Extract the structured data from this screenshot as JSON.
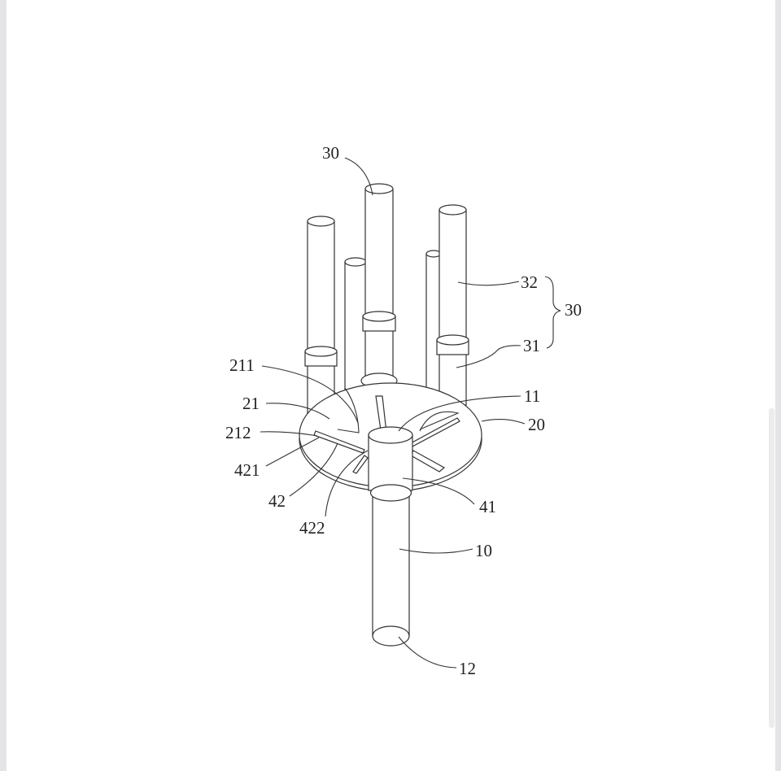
{
  "figure": {
    "labels": {
      "tube_assembly_top": "30",
      "upper_tube": "32",
      "tube_assembly_brace": "30",
      "lower_tube": "31",
      "slot_211": "211",
      "groove_21": "21",
      "shaft_top_11": "11",
      "disc_20": "20",
      "slot_212": "212",
      "link_421": "421",
      "linkage_42": "42",
      "sleeve_41": "41",
      "link_422": "422",
      "shaft_10": "10",
      "shaft_end_12": "12"
    }
  }
}
